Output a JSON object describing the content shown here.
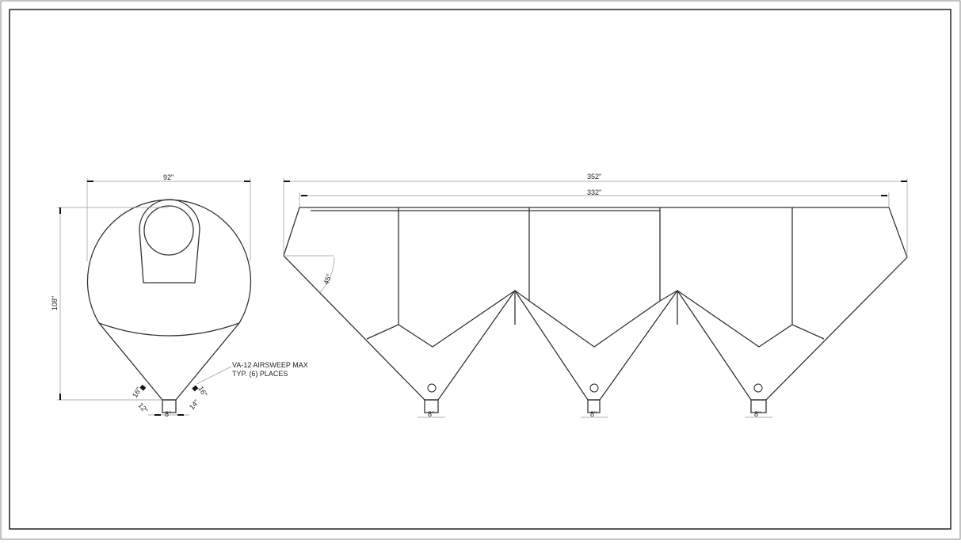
{
  "side_view": {
    "width_dim": "92\"",
    "height_dim": "108\"",
    "cone_dims": [
      "16\"",
      "12\"",
      "8\"",
      "16\"",
      "14\""
    ],
    "note_line1": "VA-12 AIRSWEEP MAX",
    "note_line2": "TYP. (6) PLACES"
  },
  "front_view": {
    "overall_dim": "352\"",
    "top_dim": "332\"",
    "angle_dim": "45°",
    "outlet_dims": [
      "8\"",
      "8\"",
      "8\""
    ]
  }
}
